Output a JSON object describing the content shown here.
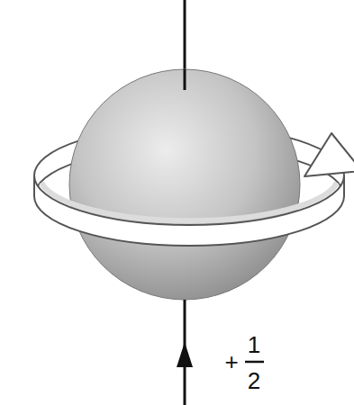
{
  "diagram": {
    "labels": [
      "+",
      "1",
      "2"
    ]
  }
}
